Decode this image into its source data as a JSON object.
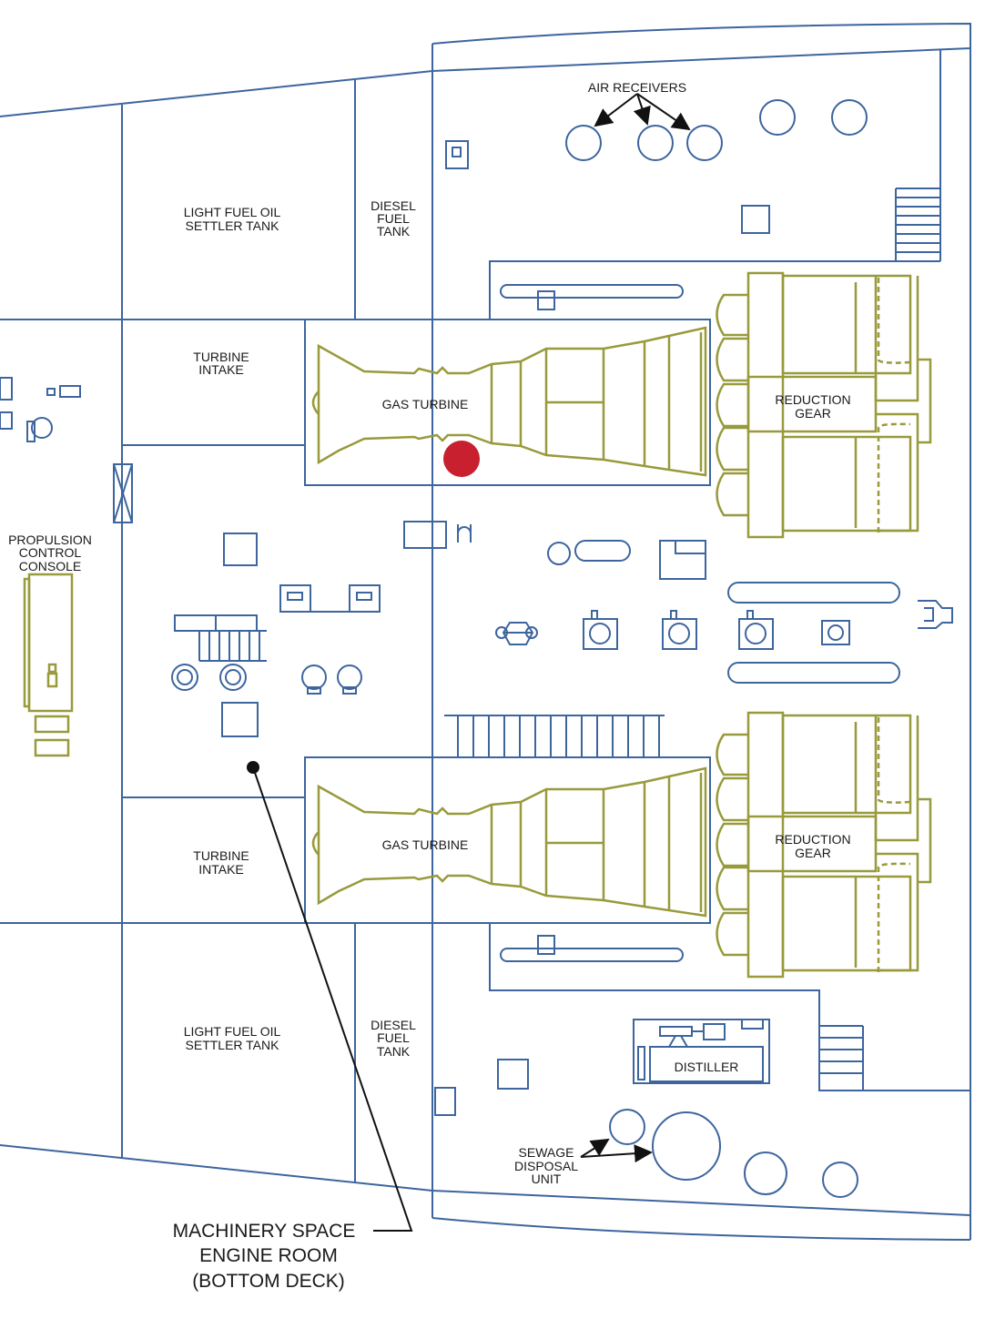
{
  "colors": {
    "structure": "#3d659e",
    "machinery": "#989a3c",
    "marker": "#c8202e",
    "callout": "#111111"
  },
  "labels": {
    "air_receivers": "AIR RECEIVERS",
    "lfo_settler_top": [
      "LIGHT FUEL OIL",
      "SETTLER TANK"
    ],
    "diesel_tank_top": [
      "DIESEL",
      "FUEL",
      "TANK"
    ],
    "turbine_intake_top": [
      "TURBINE",
      "INTAKE"
    ],
    "gas_turbine_top": "GAS TURBINE",
    "reduction_gear_top": [
      "REDUCTION",
      "GEAR"
    ],
    "propulsion_console": [
      "PROPULSION",
      "CONTROL",
      "CONSOLE"
    ],
    "turbine_intake_bottom": [
      "TURBINE",
      "INTAKE"
    ],
    "gas_turbine_bottom": "GAS TURBINE",
    "reduction_gear_bottom": [
      "REDUCTION",
      "GEAR"
    ],
    "lfo_settler_bottom": [
      "LIGHT FUEL OIL",
      "SETTLER TANK"
    ],
    "diesel_tank_bottom": [
      "DIESEL",
      "FUEL",
      "TANK"
    ],
    "distiller": "DISTILLER",
    "sewage": [
      "SEWAGE",
      "DISPOSAL",
      "UNIT"
    ]
  },
  "callout": [
    "MACHINERY SPACE",
    "ENGINE ROOM",
    "(BOTTOM DECK)"
  ]
}
